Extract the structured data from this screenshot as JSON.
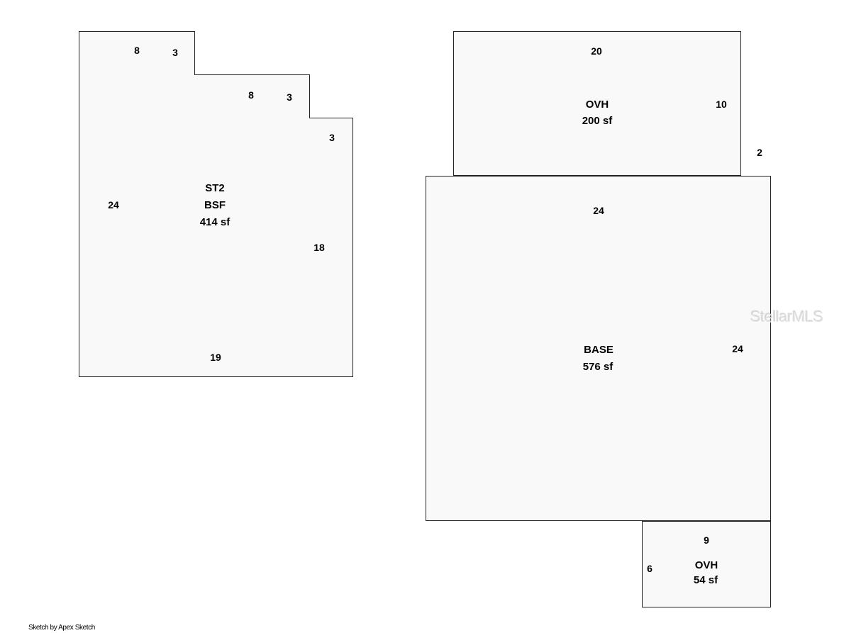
{
  "st2": {
    "label_code": "ST2",
    "label_type": "BSF",
    "label_area": "414 sf",
    "dims": {
      "top_step1": "8",
      "side_step1": "3",
      "top_step2": "8",
      "side_step2": "3",
      "side_step3": "3",
      "left": "24",
      "right": "18",
      "bottom": "19"
    }
  },
  "ovh_top": {
    "label_type": "OVH",
    "label_area": "200 sf",
    "dims": {
      "top": "20",
      "right": "10",
      "offset": "2"
    }
  },
  "base": {
    "label_type": "BASE",
    "label_area": "576 sf",
    "dims": {
      "top": "24",
      "right": "24"
    }
  },
  "ovh_small": {
    "label_type": "OVH",
    "label_area": "54 sf",
    "dims": {
      "top": "9",
      "left": "6"
    }
  },
  "watermark": "StellarMLS",
  "footer": "Sketch by Apex Sketch"
}
